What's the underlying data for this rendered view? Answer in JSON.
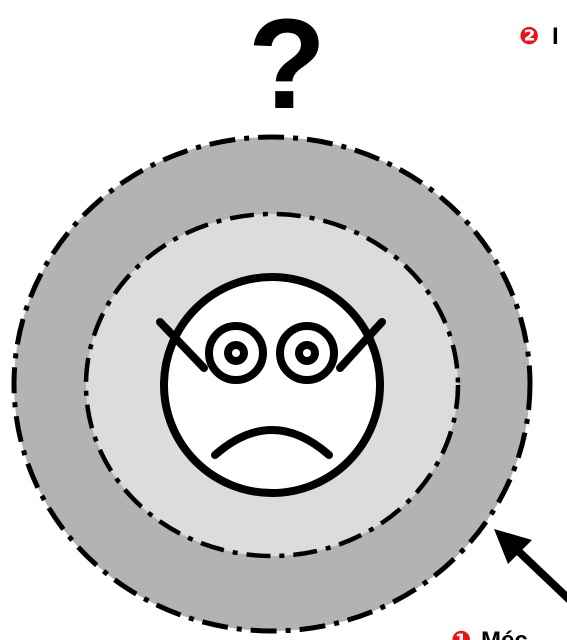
{
  "question_mark": "?",
  "label_top": {
    "badge": "❷",
    "text": "I"
  },
  "label_bottom": {
    "badge": "❶",
    "text": "Méc"
  },
  "colors": {
    "outer_ring": "#b3b3b3",
    "inner_disc": "#dcdcdc",
    "face": "#ffffff",
    "stroke": "#000000",
    "badge": "#e8141c"
  },
  "icons": {
    "face": "sad-face-with-glasses-icon",
    "pointer": "arrow-icon"
  }
}
